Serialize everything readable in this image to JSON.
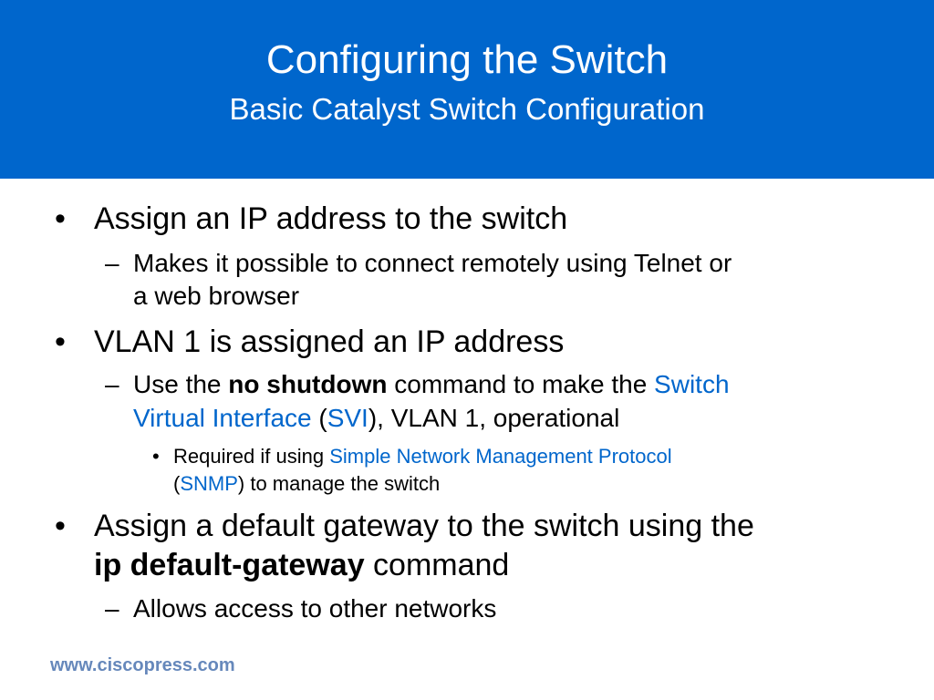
{
  "slide": {
    "title": "Configuring the Switch",
    "subtitle": "Basic Catalyst Switch Configuration",
    "bullets": [
      {
        "marker": "•",
        "text": "Assign an IP address to the switch",
        "subs": [
          {
            "marker": "–",
            "line1": "Makes it possible to connect remotely using Telnet or",
            "line2": "a web browser"
          }
        ]
      },
      {
        "marker": "•",
        "text": "VLAN 1 is assigned an IP address",
        "subs": [
          {
            "marker": "–",
            "pre": "Use the ",
            "bold": "no shutdown",
            "mid": " command to make the ",
            "link1": "Switch",
            "link2": "Virtual Interface",
            "open_paren": " (",
            "link3": "SVI",
            "post": "), VLAN 1, operational",
            "subs": [
              {
                "marker": "•",
                "pre": "Required if using ",
                "link1": "Simple Network Management Protocol",
                "open_paren": "(",
                "link2": "SNMP",
                "post": ") to manage the switch"
              }
            ]
          }
        ]
      },
      {
        "marker": "•",
        "line1": "Assign a default gateway to the switch using the",
        "bold": "ip default-gateway",
        "post": " command",
        "subs": [
          {
            "marker": "–",
            "text": "Allows access to other networks"
          }
        ]
      }
    ],
    "footer": "www.ciscopress.com"
  }
}
